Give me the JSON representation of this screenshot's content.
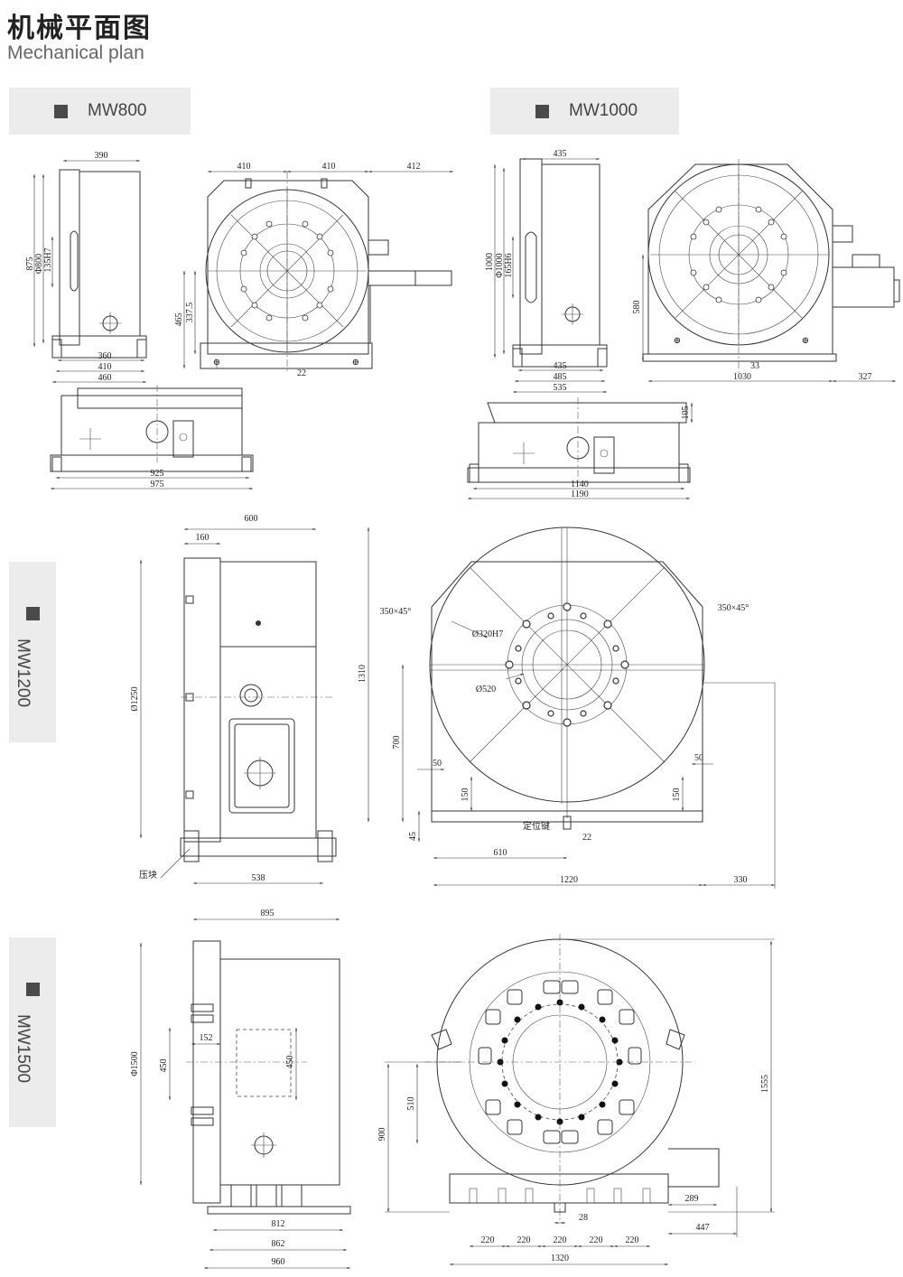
{
  "header": {
    "title": "机械平面图",
    "subtitle": "Mechanical plan"
  },
  "tags": {
    "mw800": "MW800",
    "mw1000": "MW1000",
    "mw1200": "MW1200",
    "mw1500": "MW1500"
  },
  "mw800": {
    "side": [
      "390",
      "875",
      "Φ800",
      "135H7",
      "360",
      "410",
      "460"
    ],
    "front": [
      "410",
      "410",
      "412",
      "465",
      "337.5",
      "22"
    ],
    "bottom": [
      "925",
      "975"
    ]
  },
  "mw1000": {
    "side": [
      "435",
      "1000",
      "Φ1000",
      "165H6",
      "435",
      "485",
      "535"
    ],
    "front": [
      "580",
      "33",
      "1030",
      "327"
    ],
    "bottom": [
      "105",
      "1140",
      "1190"
    ]
  },
  "mw1200": {
    "side": [
      "600",
      "160",
      "Ø1250",
      "538",
      "压块"
    ],
    "front": [
      "350×45°",
      "350×45°",
      "Ø320H7",
      "Ø520",
      "1310",
      "700",
      "50",
      "50",
      "150",
      "150",
      "45",
      "定位键",
      "22",
      "610",
      "1220",
      "330"
    ]
  },
  "mw1500": {
    "side": [
      "895",
      "Φ1500",
      "152",
      "450",
      "450",
      "812",
      "862",
      "960"
    ],
    "front": [
      "1555",
      "510",
      "900",
      "28",
      "289",
      "447",
      "220",
      "220",
      "220",
      "220",
      "220",
      "1320"
    ]
  }
}
